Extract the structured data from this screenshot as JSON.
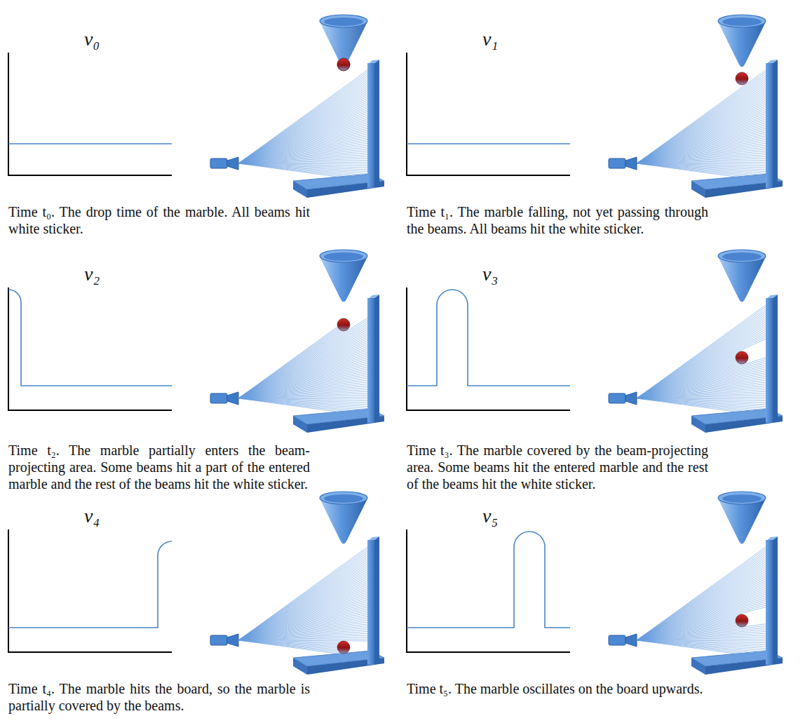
{
  "diagram": {
    "labels": [
      "v₀",
      "v₁",
      "Time t₀. The drop time of the marble. All beams hit white sticker.",
      "Time t₁. The marble falling, not yet passing through the beams. All beams hit the white sticker.",
      "v₂",
      "v₃",
      "Time t₂. The marble partially enters the beam-projecting area. Some beams hit a part of the entered marble and the rest of the beams hit the white sticker.",
      "Time t₃. The marble covered by the beam-projecting area. Some beams hit the entered marble and the rest of the beams hit the white sticker.",
      "v₄",
      "v₅",
      "Time t₄. The marble hits the board, so the marble is partially covered by the beams.",
      "Time t₅. The marble oscillates on the board upwards."
    ]
  }
}
